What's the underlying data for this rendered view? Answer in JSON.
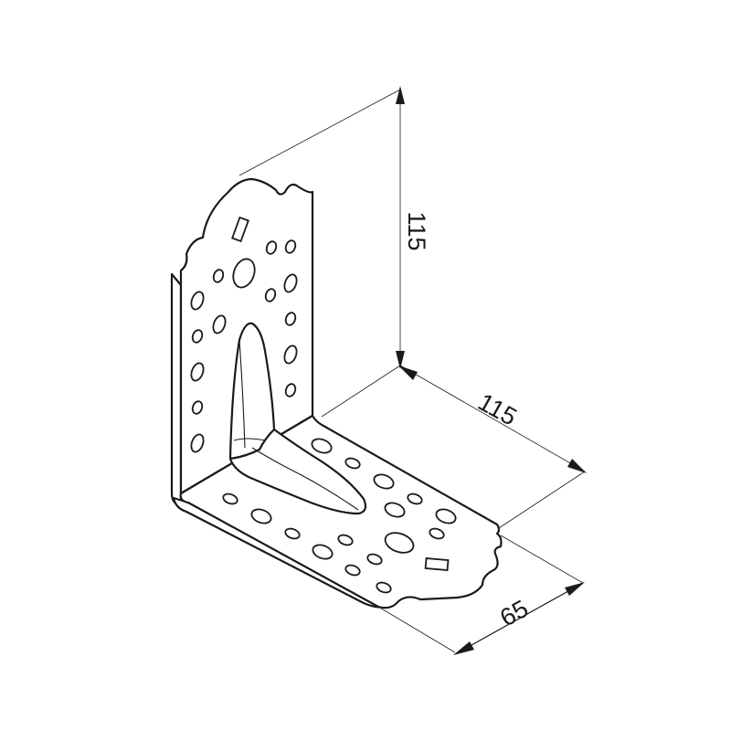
{
  "drawing": {
    "dimensions": {
      "height_label": "115",
      "length_label": "115",
      "width_label": "65"
    },
    "colors": {
      "line": "#1a1a1a",
      "fill": "#ffffff"
    }
  }
}
